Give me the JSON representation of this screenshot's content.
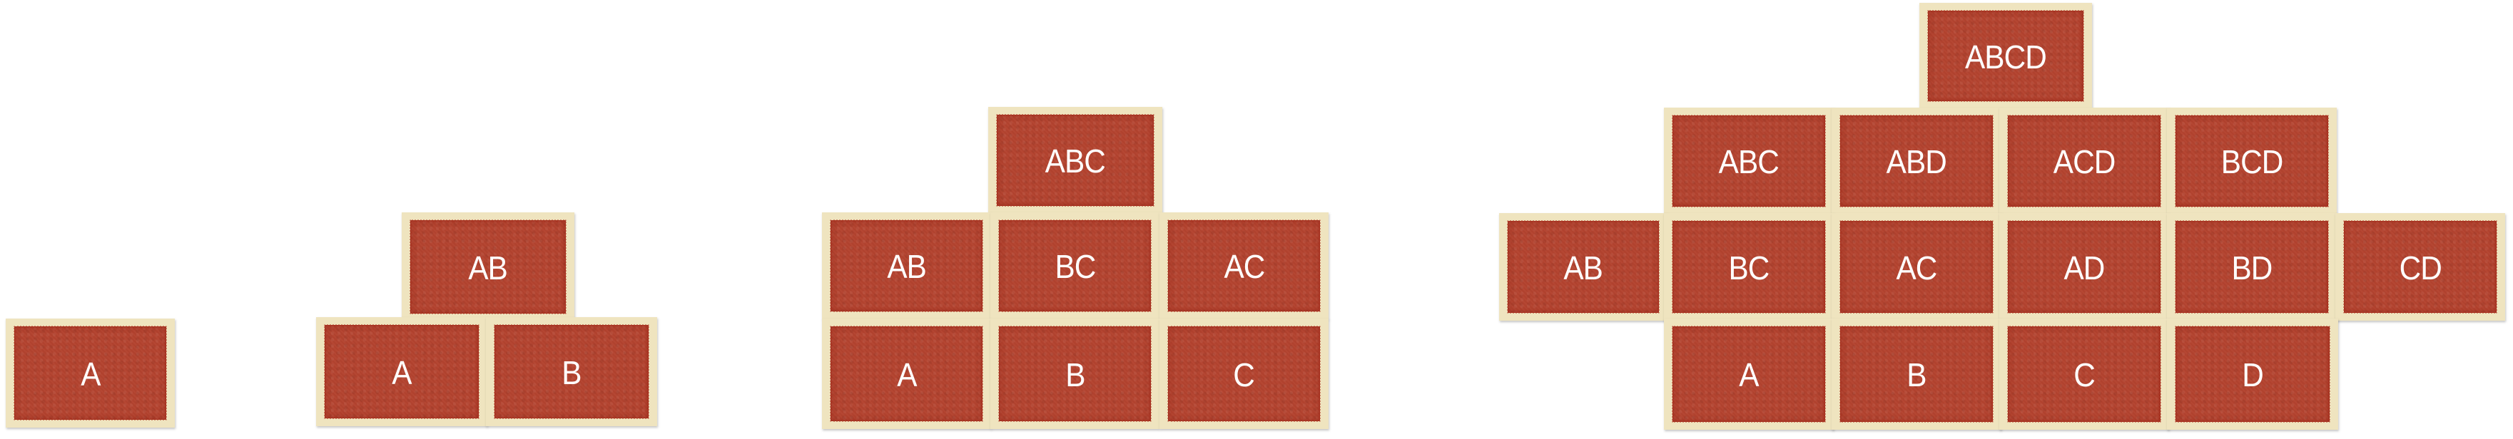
{
  "colors": {
    "background": "#ffffff",
    "tile_fill": "#b4432f",
    "tile_border": "#efe4bf",
    "label": "#ffffff"
  },
  "diagram": {
    "description": "Subset lattices (power set levels) for sets of 1, 2, 3 and 4 elements, drawn as stacked tiles",
    "groups": [
      {
        "set": "A",
        "rows": [
          [
            "A"
          ]
        ]
      },
      {
        "set": "AB",
        "rows": [
          [
            "AB"
          ],
          [
            "A",
            "B"
          ]
        ]
      },
      {
        "set": "ABC",
        "rows": [
          [
            "ABC"
          ],
          [
            "AB",
            "BC",
            "AC"
          ],
          [
            "A",
            "B",
            "C"
          ]
        ]
      },
      {
        "set": "ABCD",
        "rows": [
          [
            "ABCD"
          ],
          [
            "ABC",
            "ABD",
            "ACD",
            "BCD"
          ],
          [
            "AB",
            "BC",
            "AC",
            "AD",
            "BD",
            "CD"
          ],
          [
            "A",
            "B",
            "C",
            "D"
          ]
        ]
      }
    ]
  },
  "tiles": {
    "g1": {
      "a": "A"
    },
    "g2": {
      "ab": "AB",
      "a": "A",
      "b": "B"
    },
    "g3": {
      "abc": "ABC",
      "ab": "AB",
      "bc": "BC",
      "ac": "AC",
      "a": "A",
      "b": "B",
      "c": "C"
    },
    "g4": {
      "abcd": "ABCD",
      "abc": "ABC",
      "abd": "ABD",
      "acd": "ACD",
      "bcd": "BCD",
      "ab": "AB",
      "bc": "BC",
      "ac": "AC",
      "ad": "AD",
      "bd": "BD",
      "cd": "CD",
      "a": "A",
      "b": "B",
      "c": "C",
      "d": "D"
    }
  }
}
